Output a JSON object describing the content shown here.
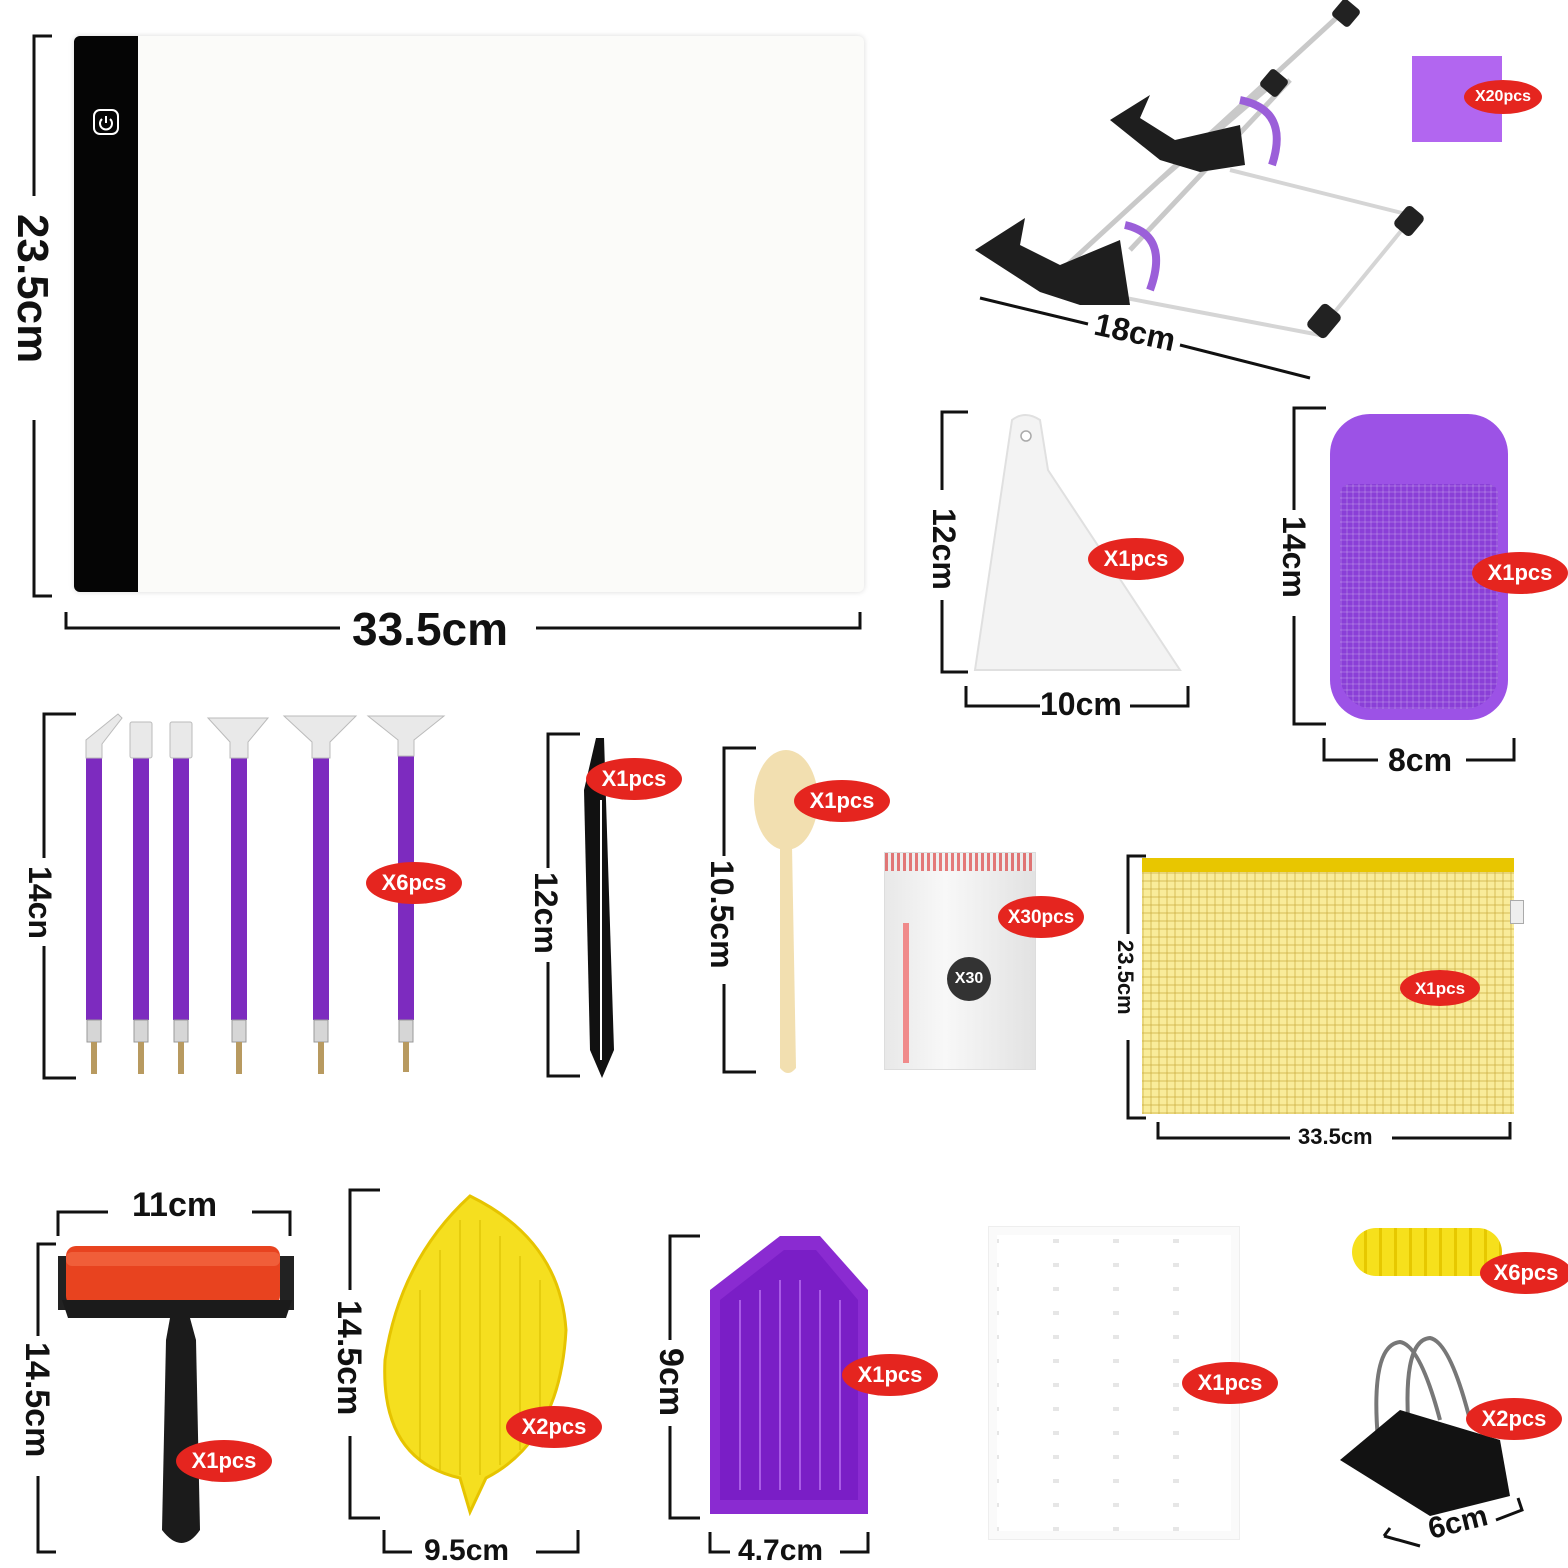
{
  "dimensions": {
    "light_pad_height": "23.5cm",
    "light_pad_width": "33.5cm",
    "stand_width": "18cm",
    "scraper_height": "12cm",
    "scraper_width": "10cm",
    "mat_height": "14cm",
    "mat_width": "8cm",
    "pens_height": "14cn",
    "tweezers_height": "12cm",
    "spoon_height": "10.5cm",
    "bag_height": "23.5cm",
    "bag_width": "33.5cm",
    "roller_width": "11cm",
    "roller_height": "14.5cm",
    "leaf_tray_height": "14.5cm",
    "leaf_tray_width": "9.5cm",
    "tray_height": "9cm",
    "tray_width": "4.7cm",
    "clip_width": "6cm"
  },
  "quantities": {
    "square": "X20pcs",
    "scraper": "X1pcs",
    "mat": "X1pcs",
    "pens": "X6pcs",
    "tweezers": "X1pcs",
    "spoon": "X1pcs",
    "ziplock": "X30pcs",
    "ziplock_label": "X30",
    "bag": "X1pcs",
    "roller": "X1pcs",
    "leaf_tray": "X2pcs",
    "tray": "X1pcs",
    "labels": "X1pcs",
    "grips": "X6pcs",
    "clips": "X2pcs"
  },
  "colors": {
    "badge": "#e5251f",
    "purple": "#8a2bd1",
    "light_purple": "#b266f0",
    "yellow": "#f7e04a",
    "orange_roller": "#e8431f",
    "bag_yellow": "#f9ec9a"
  },
  "icons": [
    "power-icon"
  ]
}
